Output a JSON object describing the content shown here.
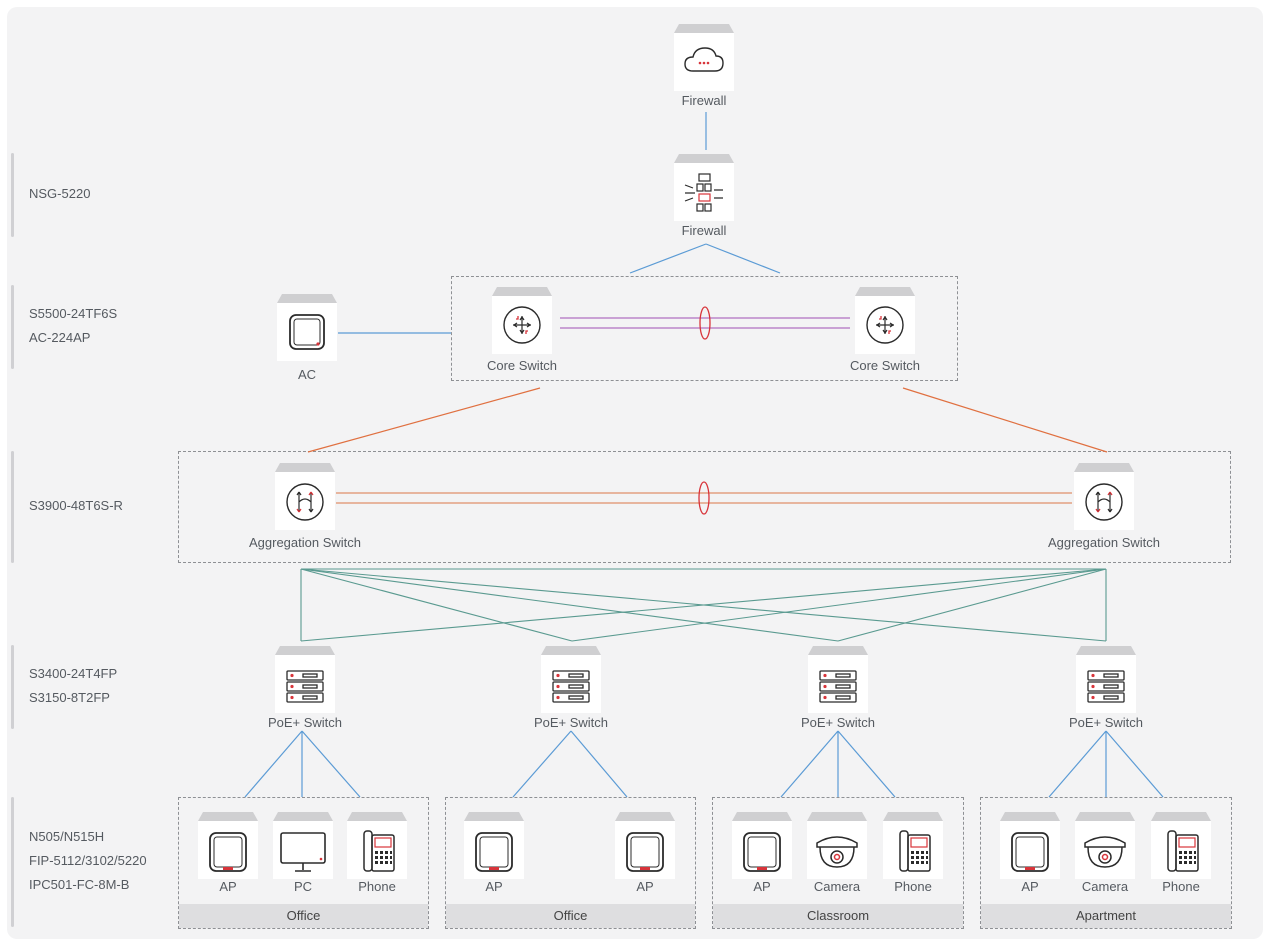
{
  "layers": [
    {
      "models": [
        "NSG-5220"
      ]
    },
    {
      "models": [
        "S5500-24TF6S",
        "AC-224AP"
      ]
    },
    {
      "models": [
        "S3900-48T6S-R"
      ]
    },
    {
      "models": [
        "S3400-24T4FP",
        "S3150-8T2FP"
      ]
    },
    {
      "models": [
        "N505/N515H",
        "FIP-5112/3102/5220",
        "IPC501-FC-8M-B"
      ]
    }
  ],
  "nodes": {
    "cloud": {
      "label": "Firewall",
      "icon": "cloud-icon"
    },
    "firewall": {
      "label": "Firewall",
      "icon": "firewall-icon"
    },
    "ac": {
      "label": "AC",
      "icon": "access-controller-icon"
    },
    "core_left": {
      "label": "Core Switch",
      "icon": "core-switch-icon"
    },
    "core_right": {
      "label": "Core Switch",
      "icon": "core-switch-icon"
    },
    "agg_left": {
      "label": "Aggregation Switch",
      "icon": "aggregation-switch-icon"
    },
    "agg_right": {
      "label": "Aggregation Switch",
      "icon": "aggregation-switch-icon"
    },
    "poe": [
      {
        "label": "PoE+ Switch",
        "icon": "poe-switch-icon"
      },
      {
        "label": "PoE+ Switch",
        "icon": "poe-switch-icon"
      },
      {
        "label": "PoE+ Switch",
        "icon": "poe-switch-icon"
      },
      {
        "label": "PoE+ Switch",
        "icon": "poe-switch-icon"
      }
    ]
  },
  "groups": [
    {
      "name": "Office",
      "devices": [
        {
          "label": "AP",
          "icon": "ap-icon"
        },
        {
          "label": "PC",
          "icon": "pc-icon"
        },
        {
          "label": "Phone",
          "icon": "phone-icon"
        }
      ]
    },
    {
      "name": "Office",
      "devices": [
        {
          "label": "AP",
          "icon": "ap-icon"
        },
        {
          "label": "AP",
          "icon": "ap-icon"
        }
      ]
    },
    {
      "name": "Classroom",
      "devices": [
        {
          "label": "AP",
          "icon": "ap-icon"
        },
        {
          "label": "Camera",
          "icon": "camera-icon"
        },
        {
          "label": "Phone",
          "icon": "phone-icon"
        }
      ]
    },
    {
      "name": "Apartment",
      "devices": [
        {
          "label": "AP",
          "icon": "ap-icon"
        },
        {
          "label": "Camera",
          "icon": "camera-icon"
        },
        {
          "label": "Phone",
          "icon": "phone-icon"
        }
      ]
    }
  ],
  "colors": {
    "uplink": "#5b9bd5",
    "core_link": "#e07040",
    "distribution_link": "#5a9a90",
    "stack_core": "#b070c0",
    "stack_agg": "#e0906a",
    "accent_red": "#d8343a"
  }
}
